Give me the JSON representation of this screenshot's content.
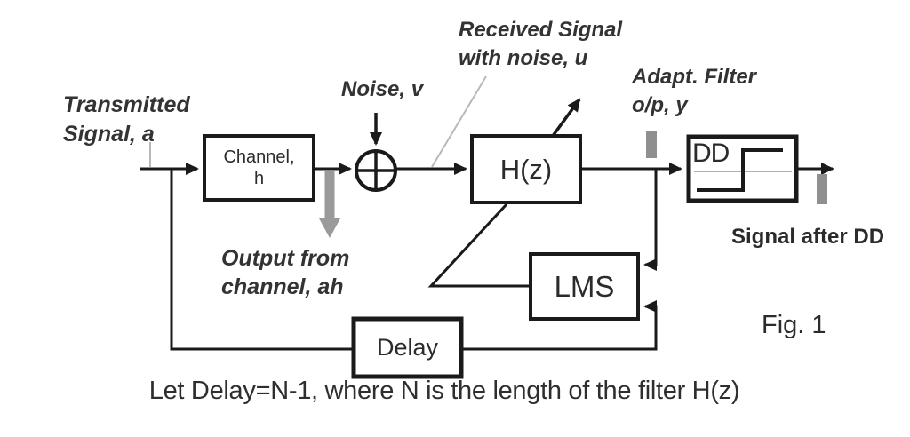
{
  "figure": {
    "caption": "Let Delay=N-1, where N is the length of the filter H(z)",
    "fig_label": "Fig. 1"
  },
  "blocks": {
    "channel": {
      "label_line1": "Channel,",
      "label_line2": "h"
    },
    "adaptive_filter": {
      "label": "H(z)"
    },
    "decision_device": {
      "label": "DD"
    },
    "lms": {
      "label": "LMS"
    },
    "delay": {
      "label": "Delay"
    }
  },
  "annotations": {
    "transmitted_signal": {
      "line1": "Transmitted",
      "line2": "Signal, a"
    },
    "noise": {
      "text": "Noise, v"
    },
    "received_signal": {
      "line1": "Received Signal",
      "line2": "with noise, u"
    },
    "adapt_filter_output": {
      "line1": "Adapt. Filter",
      "line2": "o/p, y"
    },
    "channel_output": {
      "line1": "Output from",
      "line2": "channel, ah"
    },
    "signal_after_dd": {
      "text": "Signal after DD"
    }
  },
  "colors": {
    "line": "#1a1a1a",
    "gray_marker": "#8f8f8f",
    "leader_gray": "#b8b8b8",
    "background": "#ffffff",
    "text": "#333333"
  }
}
